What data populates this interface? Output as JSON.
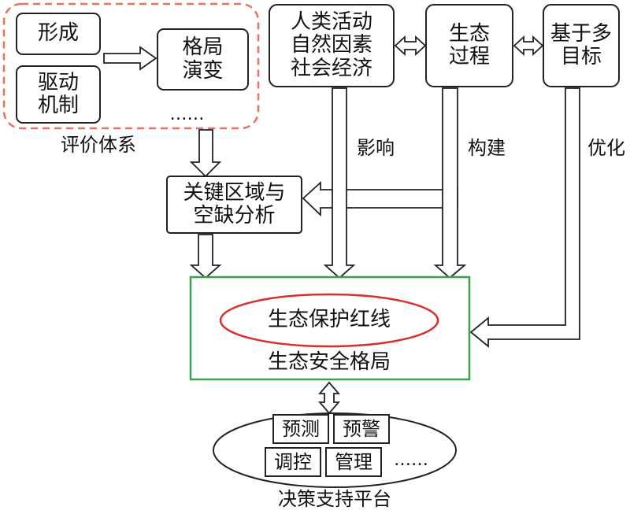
{
  "colors": {
    "dashed_border": "#e8735a",
    "green_border": "#3aa24a",
    "red_ellipse": "#d9302c",
    "stroke": "#222222"
  },
  "eval": {
    "form": "形成",
    "drive": "驱动\n机制",
    "pattern": "格局\n演变",
    "more": "……",
    "label": "评价体系"
  },
  "top": {
    "factors": "人类活动\n自然因素\n社会经济",
    "process": "生态\n过程",
    "multi": "基于多\n目标"
  },
  "edges": {
    "impact": "影响",
    "build": "构建",
    "optimize": "优化"
  },
  "key_area": "关键区域与\n空缺分析",
  "security": {
    "redline": "生态保护红线",
    "pattern": "生态安全格局"
  },
  "platform": {
    "predict": "预测",
    "warn": "预警",
    "regulate": "调控",
    "manage": "管理",
    "more": "……",
    "label": "决策支持平台"
  }
}
